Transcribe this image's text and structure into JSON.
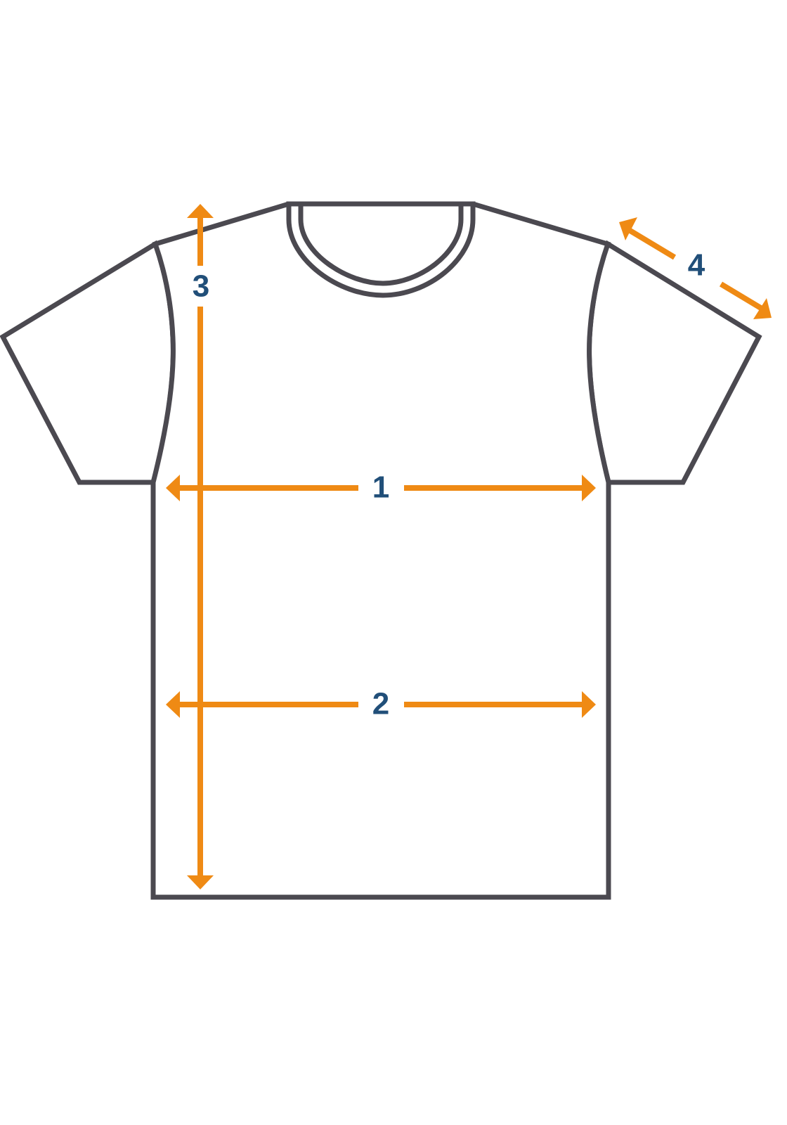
{
  "colors": {
    "outline": "#4b4950",
    "arrow": "#ef8a14",
    "label": "#214f79",
    "background": "#ffffff"
  },
  "measurements": [
    {
      "id": "1",
      "label": "1"
    },
    {
      "id": "2",
      "label": "2"
    },
    {
      "id": "3",
      "label": "3"
    },
    {
      "id": "4",
      "label": "4"
    }
  ]
}
